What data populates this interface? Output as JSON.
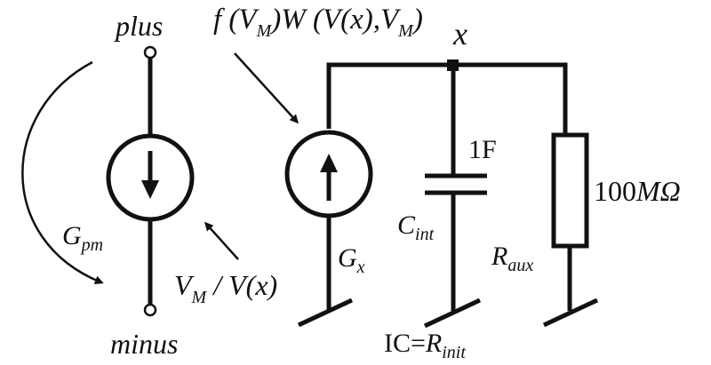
{
  "terminals": {
    "plus": "plus",
    "minus": "minus"
  },
  "sources": {
    "left_name_main": "G",
    "left_name_sub": "pm",
    "left_control_a": "V",
    "left_control_a_sub": "M",
    "left_control_b": " / V(x)",
    "right_name_main": "G",
    "right_name_sub": "x",
    "right_gain_f": "f (V",
    "right_gain_f_sub": "M",
    "right_gain_w": ")W (V(x),V",
    "right_gain_w_sub": "M",
    "right_gain_close": ")"
  },
  "node": {
    "label": "x"
  },
  "capacitor": {
    "name_main": "C",
    "name_sub": "int",
    "value": "1F",
    "ic_prefix": "IC=",
    "ic_main": "R",
    "ic_sub": "init"
  },
  "resistor": {
    "name_main": "R",
    "name_sub": "aux",
    "value_num": "100",
    "value_unit": "MΩ"
  }
}
